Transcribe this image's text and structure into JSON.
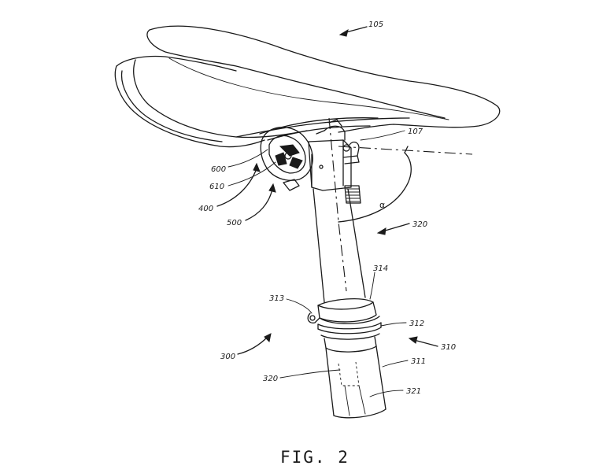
{
  "figure": {
    "caption": "FIG. 2",
    "angle_symbol": "α",
    "reference_numerals": {
      "r105": "105",
      "r107": "107",
      "r600": "600",
      "r610": "610",
      "r400": "400",
      "r500": "500",
      "r320_top": "320",
      "r314": "314",
      "r313": "313",
      "r312": "312",
      "r310": "310",
      "r300": "300",
      "r320_bottom": "320",
      "r311": "311",
      "r321": "321"
    }
  }
}
